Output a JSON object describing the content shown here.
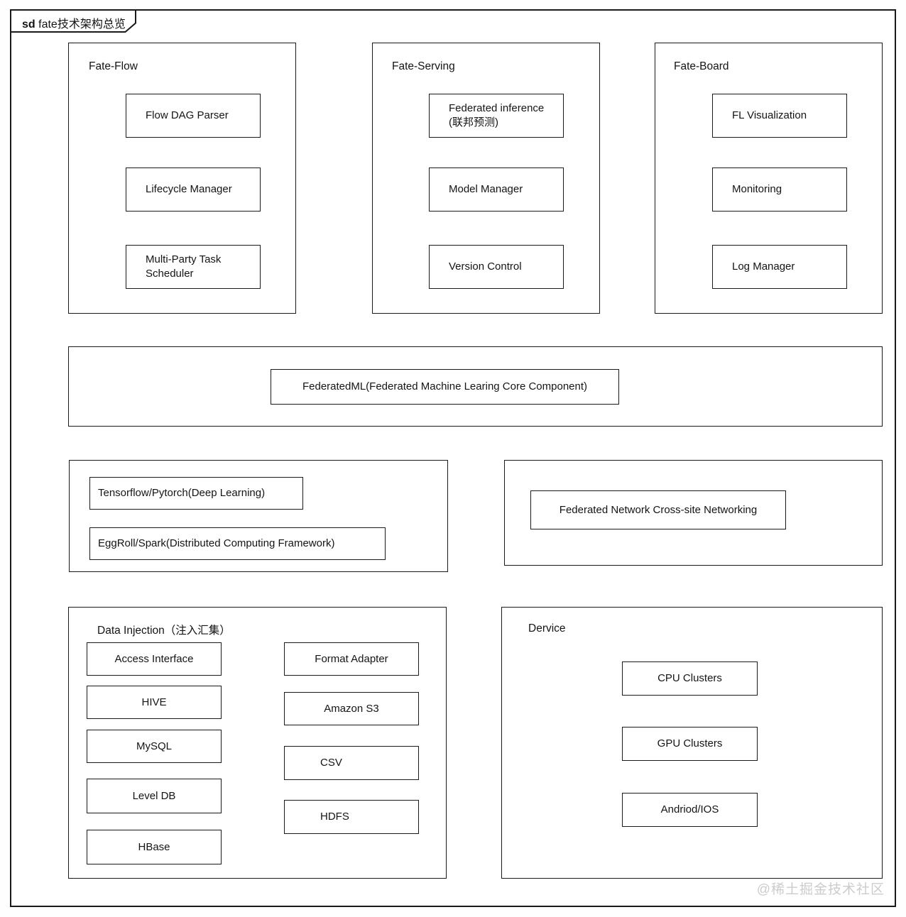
{
  "frame": {
    "tab_bold": "sd",
    "tab_title": "fate技术架构总览",
    "watermark": "@稀土掘金技术社区"
  },
  "colors": {
    "border": "#1a1a1a",
    "background": "#ffffff",
    "watermark": "#cccccc"
  },
  "sections": {
    "fate_flow": {
      "label": "Fate-Flow",
      "items": [
        "Flow DAG Parser",
        "Lifecycle Manager",
        "Multi-Party Task Scheduler"
      ]
    },
    "fate_serving": {
      "label": "Fate-Serving",
      "items": [
        "Federated inference (联邦预测)",
        "Model Manager",
        "Version Control"
      ]
    },
    "fate_board": {
      "label": "Fate-Board",
      "items": [
        "FL Visualization",
        "Monitoring",
        "Log Manager"
      ]
    },
    "federated_ml": {
      "label": "FederatedML(Federated Machine Learing Core Component)"
    },
    "compute": {
      "items": [
        "Tensorflow/Pytorch(Deep Learning)",
        "EggRoll/Spark(Distributed Computing Framework)"
      ]
    },
    "network": {
      "label": "Federated Network Cross-site Networking"
    },
    "data_injection": {
      "label": "Data Injection（注入汇集）",
      "left_items": [
        "Access Interface",
        "HIVE",
        "MySQL",
        "Level DB",
        "HBase"
      ],
      "right_items": [
        "Format Adapter",
        "Amazon S3",
        "CSV",
        "HDFS"
      ]
    },
    "device": {
      "label": "Dervice",
      "items": [
        "CPU Clusters",
        "GPU Clusters",
        "Andriod/IOS"
      ]
    }
  }
}
